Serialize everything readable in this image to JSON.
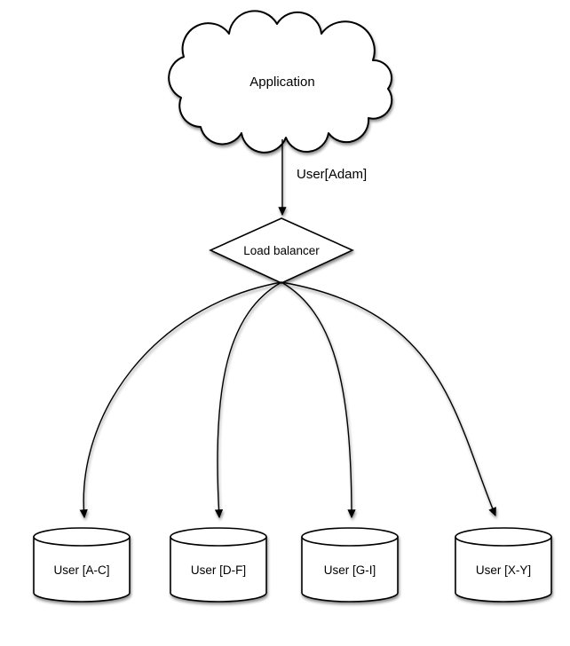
{
  "diagram": {
    "colors": {
      "background": "#ffffff",
      "stroke": "#000000",
      "shape_fill": "#ffffff",
      "text": "#000000",
      "shadow": "rgba(0,0,0,0.45)"
    },
    "application_node": {
      "label": "Application",
      "shape": "cloud"
    },
    "request_edge": {
      "label": "User[Adam]"
    },
    "load_balancer_node": {
      "label": "Load balancer",
      "shape": "diamond"
    },
    "shard_nodes": [
      {
        "label": "User [A-C]",
        "shape": "cylinder"
      },
      {
        "label": "User [D-F]",
        "shape": "cylinder"
      },
      {
        "label": "User [G-I]",
        "shape": "cylinder"
      },
      {
        "label": "User [X-Y]",
        "shape": "cylinder"
      }
    ]
  }
}
